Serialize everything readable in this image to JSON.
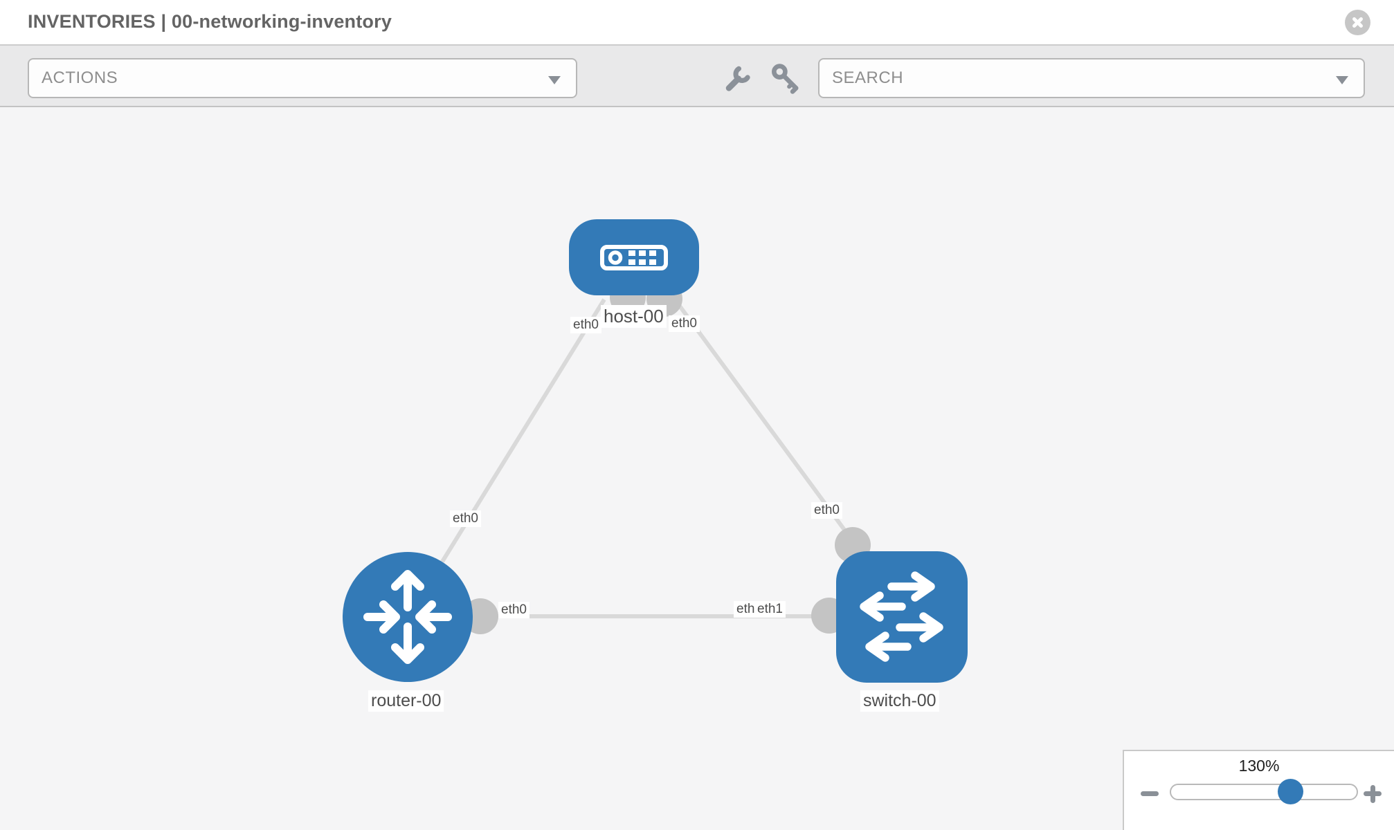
{
  "header": {
    "title": "INVENTORIES | 00-networking-inventory"
  },
  "toolbar": {
    "actions_label": "ACTIONS",
    "search_label": "SEARCH"
  },
  "icons": {
    "header_close": "circle-x",
    "toolbar_tool": "wrench",
    "toolbar_credential": "key",
    "dropdown_caret": "triangle-down",
    "zoom_out": "minus",
    "zoom_in": "plus",
    "host_glyph": "server-appliance",
    "router_glyph": "four-arrows-cross",
    "switch_glyph": "alternating-arrows"
  },
  "topology": {
    "nodes": [
      {
        "id": "host-00",
        "type": "host",
        "label": "host-00"
      },
      {
        "id": "router-00",
        "type": "router",
        "label": "router-00"
      },
      {
        "id": "switch-00",
        "type": "switch",
        "label": "switch-00"
      }
    ],
    "links": [
      {
        "source": "host-00",
        "source_interface": "eth0",
        "target": "router-00",
        "target_interface": "eth0"
      },
      {
        "source": "host-00",
        "source_interface": "eth0",
        "target": "switch-00",
        "target_interface": "eth0"
      },
      {
        "source": "router-00",
        "source_interface": "eth0",
        "target": "switch-00",
        "target_interface": "eth1"
      }
    ],
    "if_labels": [
      {
        "text": "eth0"
      },
      {
        "text": "eth0"
      },
      {
        "text": "eth0"
      },
      {
        "text": "eth0"
      },
      {
        "text": "eth0"
      },
      {
        "text": "eth0"
      },
      {
        "text": "eth1"
      }
    ]
  },
  "zoom_control": {
    "level": "130%"
  },
  "colors": {
    "node_blue": "#337ab7",
    "link_gray": "#d9d9d9",
    "interface_gray": "#c4c4c4",
    "canvas_bg": "#f5f5f6",
    "toolbar_bg": "#e9e9ea",
    "header_bg": "#ffffff",
    "label_text": "#4d4d4d",
    "title_text": "#646464",
    "control_gray": "#8a9097"
  }
}
